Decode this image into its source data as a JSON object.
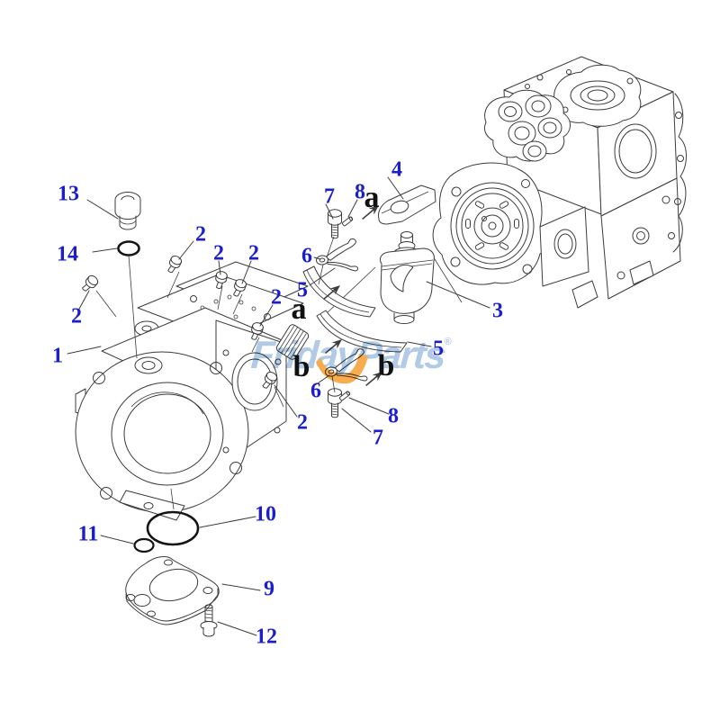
{
  "watermark": {
    "text": "FridayParts",
    "registered": "®"
  },
  "colors": {
    "callout": "#1b1ecb",
    "letter": "#111111",
    "line": "#3c3c3c",
    "watermark_blue": "#a9c4e3",
    "watermark_orange": "#f5a33c",
    "background": "#ffffff"
  },
  "callouts": {
    "c1": "1",
    "c2_1": "2",
    "c2_2": "2",
    "c2_3": "2",
    "c2_4": "2",
    "c2_5": "2",
    "c2_6": "2",
    "c3": "3",
    "c4": "4",
    "c5_1": "5",
    "c5_2": "5",
    "c6_1": "6",
    "c6_2": "6",
    "c7_1": "7",
    "c7_2": "7",
    "c8_1": "8",
    "c8_2": "8",
    "c9": "9",
    "c10": "10",
    "c11": "11",
    "c12": "12",
    "c13": "13",
    "c14": "14"
  },
  "sections": {
    "a1": "a",
    "a2": "a",
    "b1": "b",
    "b2": "b"
  }
}
